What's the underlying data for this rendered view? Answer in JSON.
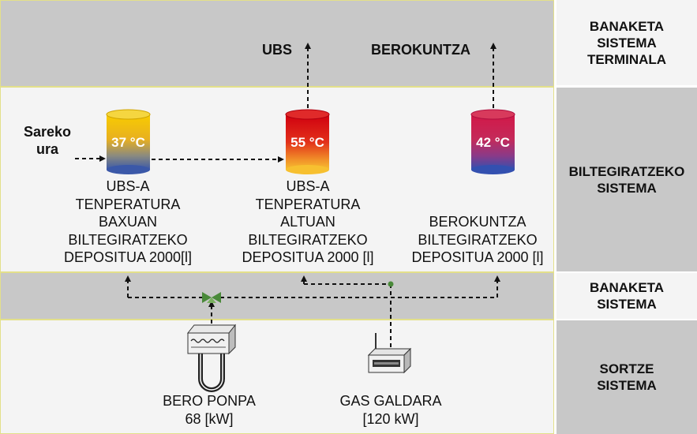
{
  "layers": {
    "distribution_terminal": "BANAKETA\nSISTEMA\nTERMINALA",
    "storage": "BILTEGIRATZEKO\nSISTEMA",
    "distribution": "BANAKETA\nSISTEMA",
    "generation": "SORTZE\nSISTEMA"
  },
  "outputs": {
    "dhw": "UBS",
    "heating": "BEROKUNTZA"
  },
  "inlet": "Sareko\nura",
  "tanks": [
    {
      "temp": "37 °C",
      "label": "UBS-A\nTENPERATURA\nBAXUAN\nBILTEGIRATZEKO\nDEPOSITUA 2000[l]"
    },
    {
      "temp": "55 °C",
      "label": "UBS-A\nTENPERATURA\nALTUAN\nBILTEGIRATZEKO\nDEPOSITUA 2000 [l]"
    },
    {
      "temp": "42 °C",
      "label": "BEROKUNTZA\nBILTEGIRATZEKO\nDEPOSITUA 2000 [l]"
    }
  ],
  "generators": [
    {
      "name": "BERO PONPA",
      "capacity": "68 [kW]"
    },
    {
      "name": "GAS GALDARA",
      "capacity": "[120 kW]"
    }
  ]
}
